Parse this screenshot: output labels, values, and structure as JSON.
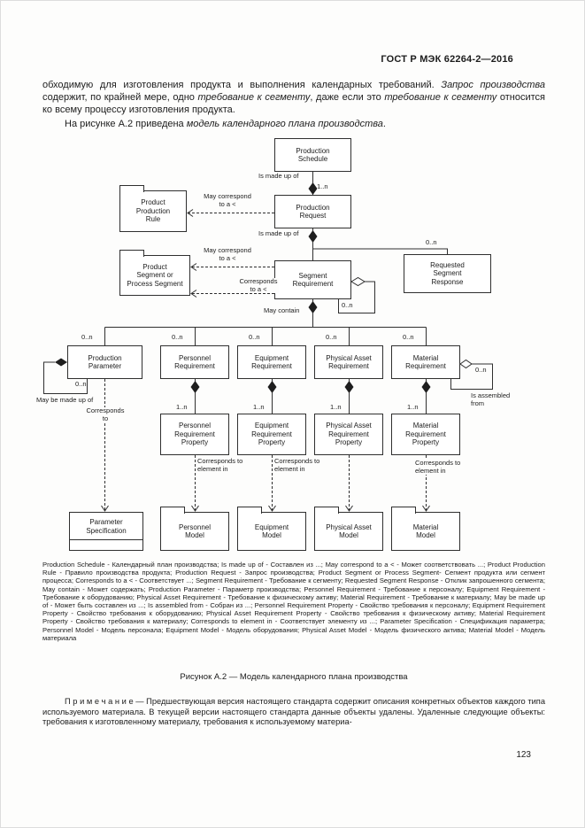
{
  "page": {
    "header": "ГОСТ Р МЭК 62264-2—2016",
    "page_number": "123"
  },
  "intro": {
    "p1_part1": "обходимую для изготовления продукта и выполнения календарных требований. ",
    "p1_em1": "Запрос производства",
    "p1_part2": " содержит, по крайней мере, одно ",
    "p1_em2": "требование к сегменту",
    "p1_part3": ", даже если это ",
    "p1_em3": "требование к сегменту",
    "p1_part4": " относится ко всему процессу изготовления продукта.",
    "p2_part1": "На рисунке А.2 приведена ",
    "p2_em1": "модель календарного плана производства",
    "p2_part2": "."
  },
  "diagram": {
    "nodes": {
      "production_schedule": "Production\nSchedule",
      "production_request": "Production\nRequest",
      "product_production_rule": "Product\nProduction\nRule",
      "product_segment": "Product\nSegment or\nProcess Segment",
      "segment_requirement": "Segment\nRequirement",
      "requested_segment_response": "Requested\nSegment\nResponse",
      "production_parameter": "Production\nParameter",
      "personnel_requirement": "Personnel\nRequirement",
      "equipment_requirement": "Equipment\nRequirement",
      "physical_asset_requirement": "Physical Asset\nRequirement",
      "material_requirement": "Material\nRequirement",
      "personnel_requirement_property": "Personnel\nRequirement\nProperty",
      "equipment_requirement_property": "Equipment\nRequirement\nProperty",
      "physical_asset_requirement_property": "Physical Asset\nRequirement\nProperty",
      "material_requirement_property": "Material\nRequirement\nProperty",
      "parameter_specification": "Parameter\nSpecification",
      "personnel_model": "Personnel\nModel",
      "equipment_model": "Equipment\nModel",
      "physical_asset_model": "Physical Asset\nModel",
      "material_model": "Material\nModel"
    },
    "labels": {
      "is_made_up_of": "Is made up of",
      "may_correspond_to_a": "May correspond\nto a <",
      "corresponds_to_a": "Corresponds\nto a <",
      "may_contain": "May contain",
      "may_be_made_up_of": "May be made up of",
      "is_assembled_from": "Is assembled\nfrom",
      "corresponds_to": "Corresponds\nto",
      "corresponds_to_element_in": "Corresponds to\nelement in",
      "mult_1n": "1..n",
      "mult_0n": "0..n"
    }
  },
  "legend": "Production Schedule - Календарный план производства; Is made up of - Составлен из ...; May correspond to a < - Может соответствовать ...; Product Production Rule - Правило производства продукта; Production Request - Запрос производства; Product Segment or Process Segment- Сегмент продукта или сегмент процесса; Corresponds to a < - Соответствует ...; Segment Requirement - Требование к сегменту; Requested Segment Response - Отклик запрошенного сегмента; May contain - Может содержать; Production Parameter - Параметр производства; Personnel Requirement - Требование к персоналу; Equipment Requirement - Требование к оборудованию; Physical Asset Requirement - Требование к физическому активу; Material Requirement - Требование к материалу; May be made up of - Может быть составлен из ...; Is assembled from - Собран из ...; Personnel Requirement Property - Свойство требования к персоналу; Equipment Requirement Property - Свойство требования к оборудованию; Physical Asset Requirement Property - Свойство требования к физическому активу; Material Requirement Property - Свойство требования к материалу; Corresponds to element in - Соответствует элементу из ...; Parameter Specification - Спецификация параметра; Personnel Model - Модель персонала; Equipment Model - Модель оборудования; Physical Asset Model - Модель физического актива; Material Model - Модель материала",
  "caption": "Рисунок А.2 — Модель календарного плана производства",
  "note": "П р и м е ч а н и е — Предшествующая версия настоящего стандарта содержит описания конкретных объектов каждого типа используемого материала. В текущей версии настоящего стандарта данные объекты удалены. Удаленные следующие объекты: требования к изготовленному материалу, требования к используемому материа-"
}
